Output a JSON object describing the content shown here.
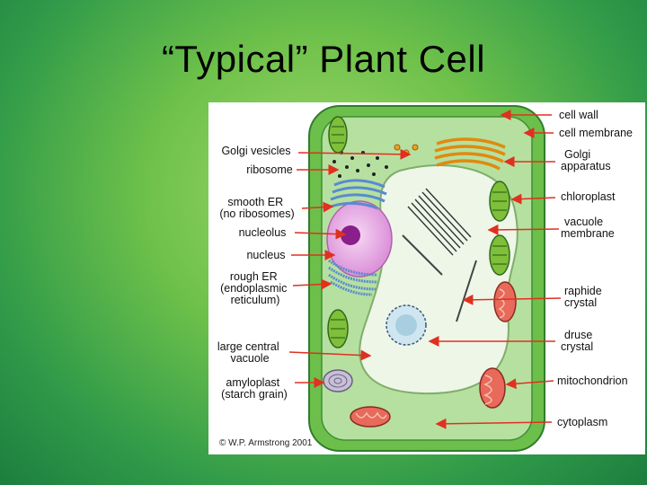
{
  "slide": {
    "title": "“Typical” Plant Cell"
  },
  "diagram": {
    "left_labels": [
      {
        "id": "golgi-vesicles",
        "lines": [
          "Golgi vesicles"
        ]
      },
      {
        "id": "ribosome",
        "lines": [
          "ribosome"
        ]
      },
      {
        "id": "smooth-er",
        "lines": [
          "smooth ER",
          "(no ribosomes)"
        ]
      },
      {
        "id": "nucleolus",
        "lines": [
          "nucleolus"
        ]
      },
      {
        "id": "nucleus",
        "lines": [
          "nucleus"
        ]
      },
      {
        "id": "rough-er",
        "lines": [
          "rough ER",
          "(endoplasmic",
          "reticulum)"
        ]
      },
      {
        "id": "large-central-vacuole",
        "lines": [
          "large central",
          "vacuole"
        ]
      },
      {
        "id": "amyloplast",
        "lines": [
          "amyloplast",
          "(starch grain)"
        ]
      }
    ],
    "right_labels": [
      {
        "id": "cell-wall",
        "lines": [
          "cell wall"
        ]
      },
      {
        "id": "cell-membrane",
        "lines": [
          "cell membrane"
        ]
      },
      {
        "id": "golgi-apparatus",
        "lines": [
          "Golgi",
          "apparatus"
        ]
      },
      {
        "id": "chloroplast",
        "lines": [
          "chloroplast"
        ]
      },
      {
        "id": "vacuole-membrane",
        "lines": [
          "vacuole",
          "membrane"
        ]
      },
      {
        "id": "raphide-crystal",
        "lines": [
          "raphide",
          "crystal"
        ]
      },
      {
        "id": "druse-crystal",
        "lines": [
          "druse",
          "crystal"
        ]
      },
      {
        "id": "mitochondrion",
        "lines": [
          "mitochondrion"
        ]
      },
      {
        "id": "cytoplasm",
        "lines": [
          "cytoplasm"
        ]
      }
    ],
    "copyright": "© W.P. Armstrong 2001",
    "colors": {
      "cell_wall": "#6cbf4a",
      "cytoplasm": "#b6e0a0",
      "vacuole": "#eef6e8",
      "nucleus": "#e9a8e6",
      "nucleolus": "#8a1e8a",
      "chloroplast": "#7fbf3a",
      "mitochondrion": "#e86a5a",
      "golgi": "#f0a020",
      "er": "#5a8ad0",
      "arrow": "#e03020"
    }
  }
}
